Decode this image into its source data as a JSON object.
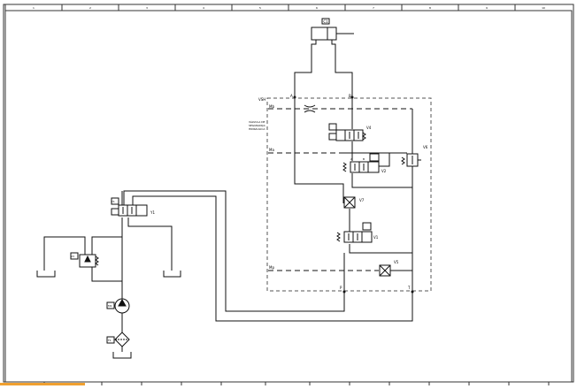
{
  "frame": {
    "top_ticks": [
      "1",
      "2",
      "3",
      "4",
      "5",
      "6",
      "7",
      "8",
      "9",
      "10"
    ]
  },
  "labels": {
    "cyl_tag": "C1",
    "port_a": "A",
    "port_b": "B",
    "vsh": "VSH",
    "mb": "Mb",
    "ma": "Ma",
    "mp": "Mp",
    "block_note_1": "VÁLVULA DE",
    "block_note_2": "SEGURANÇA",
    "block_note_3": "HIDRÁULICA",
    "v4": "V4",
    "v2": "V2",
    "v1": "V1",
    "v6": "V6",
    "v7": "V7",
    "v5": "V5",
    "y1": "Y1",
    "y1_tag": "Y1",
    "relief_tag": "V3",
    "pump_tag": "M1",
    "filter_tag": "F1",
    "port_p": "P",
    "port_t": "T",
    "port_a_small": "A",
    "port_b_small": "B"
  },
  "colors": {
    "line": "#111111",
    "dashed": "#555555",
    "frame": "#333333",
    "accent": "#f0a030"
  }
}
